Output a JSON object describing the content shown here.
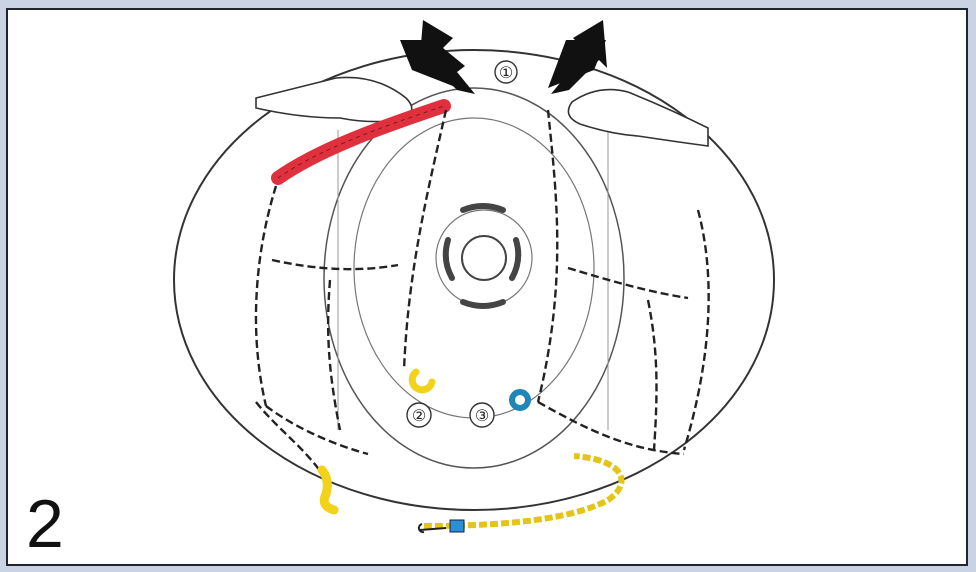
{
  "step": {
    "number": "2"
  },
  "callouts": {
    "one": "①",
    "two": "②",
    "three": "③"
  },
  "icons": {
    "arrows": "push-down-arrow-icon",
    "tensioner": "chain-tensioner-icon",
    "hooks": "hook-icon"
  },
  "colors": {
    "background": "#c9d3e4",
    "border": "#1f2530",
    "red_strap": "#e0303e",
    "yellow_hook": "#f2d21a",
    "blue_ring": "#1f86b8",
    "tensioner_cap": "#2d8fd6"
  }
}
